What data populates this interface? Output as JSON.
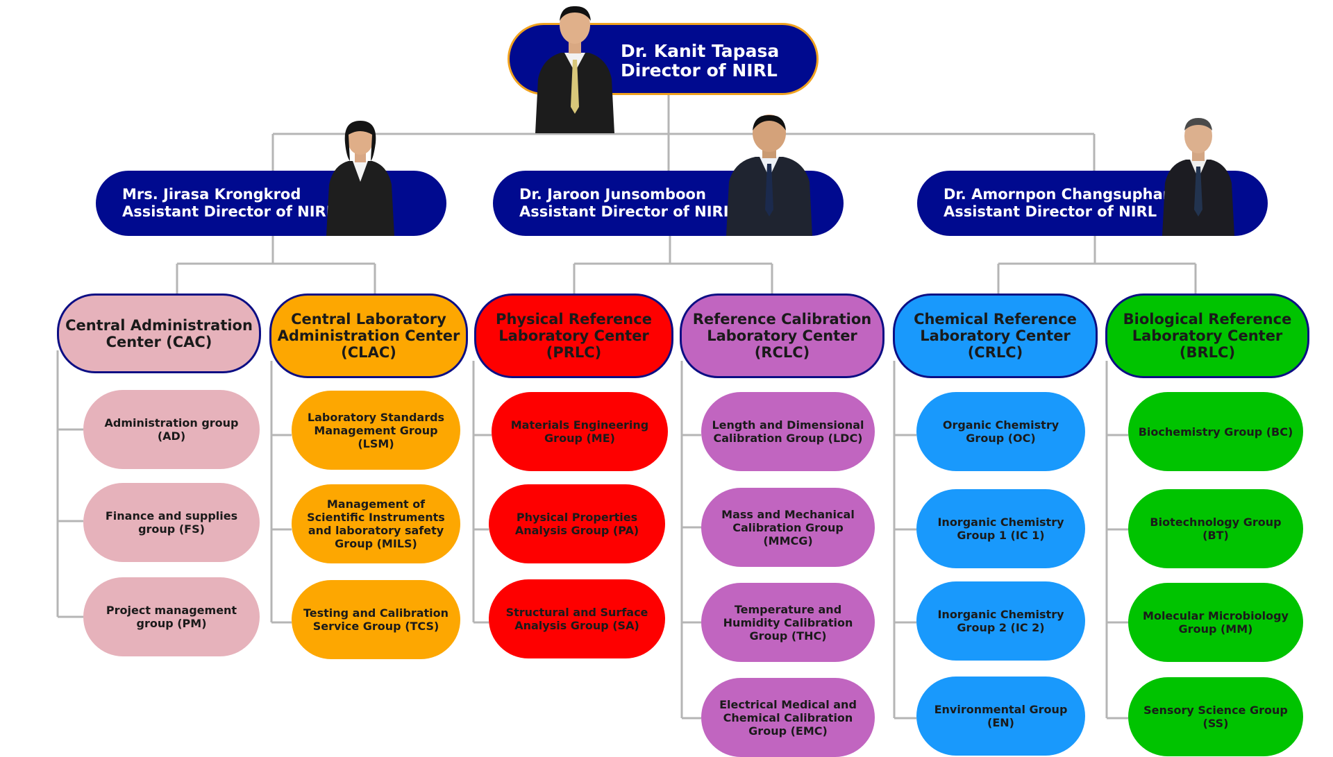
{
  "director": {
    "name": "Dr. Kanit Tapasa",
    "title": "Director of NIRL"
  },
  "assistants": [
    {
      "name": "Mrs. Jirasa Krongkrod",
      "title": "Assistant Director of NIRL"
    },
    {
      "name": "Dr. Jaroon Junsomboon",
      "title": "Assistant Director of NIRL"
    },
    {
      "name": "Dr. Amornpon Changsuphan",
      "title": "Assistant Director of NIRL"
    }
  ],
  "centers": [
    {
      "label": "Central Administration Center (CAC)",
      "color": "#e6b2bb",
      "groups": [
        "Administration group (AD)",
        "Finance and supplies group (FS)",
        "Project management group (PM)"
      ]
    },
    {
      "label": "Central Laboratory Administration Center (CLAC)",
      "color": "#fda701",
      "groups": [
        "Laboratory Standards Management Group (LSM)",
        "Management of Scientific Instruments and laboratory safety Group (MILS)",
        "Testing and Calibration Service Group (TCS)"
      ]
    },
    {
      "label": "Physical Reference Laboratory Center (PRLC)",
      "color": "#fe0000",
      "groups": [
        "Materials Engineering Group (ME)",
        "Physical Properties Analysis Group (PA)",
        "Structural and Surface Analysis Group (SA)"
      ]
    },
    {
      "label": "Reference Calibration Laboratory Center (RCLC)",
      "color": "#c165c0",
      "groups": [
        "Length and Dimensional Calibration Group (LDC)",
        "Mass and Mechanical Calibration Group (MMCG)",
        "Temperature and Humidity Calibration Group (THC)",
        "Electrical Medical and Chemical Calibration Group (EMC)"
      ]
    },
    {
      "label": "Chemical Reference Laboratory Center (CRLC)",
      "color": "#1999fc",
      "groups": [
        "Organic Chemistry Group (OC)",
        "Inorganic Chemistry Group 1 (IC 1)",
        "Inorganic Chemistry Group 2 (IC 2)",
        "Environmental Group (EN)"
      ]
    },
    {
      "label": "Biological Reference Laboratory Center (BRLC)",
      "color": "#00c300",
      "groups": [
        "Biochemistry Group (BC)",
        "Biotechnology Group (BT)",
        "Molecular Microbiology Group (MM)",
        "Sensory Science Group (SS)"
      ]
    }
  ],
  "colors": {
    "navy": "#000a8f",
    "director_border": "#f0a21e",
    "connector": "#b5b5b5"
  }
}
